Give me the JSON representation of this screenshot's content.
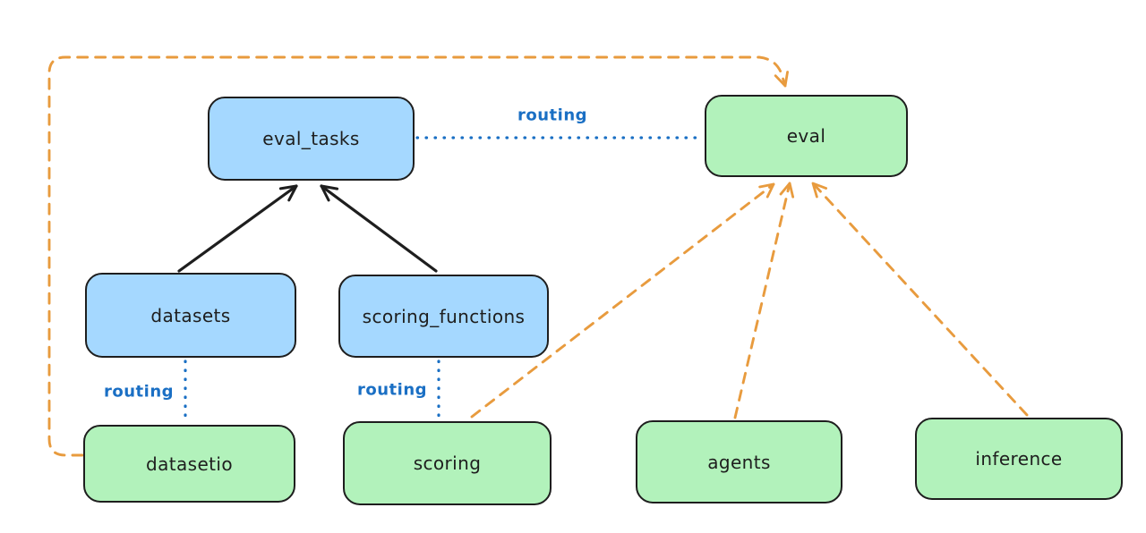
{
  "diagram": {
    "nodes": {
      "eval_tasks": {
        "label": "eval_tasks",
        "color": "blue"
      },
      "eval": {
        "label": "eval",
        "color": "green"
      },
      "datasets": {
        "label": "datasets",
        "color": "blue"
      },
      "scoring_functions": {
        "label": "scoring_functions",
        "color": "blue"
      },
      "datasetio": {
        "label": "datasetio",
        "color": "green"
      },
      "scoring": {
        "label": "scoring",
        "color": "green"
      },
      "agents": {
        "label": "agents",
        "color": "green"
      },
      "inference": {
        "label": "inference",
        "color": "green"
      }
    },
    "edges": {
      "eval_tasks_to_eval": {
        "label": "routing",
        "style": "dotted-blue"
      },
      "datasets_to_datasetio": {
        "label": "routing",
        "style": "dotted-blue"
      },
      "scoring_functions_to_scoring": {
        "label": "routing",
        "style": "dotted-blue"
      },
      "datasets_to_eval_tasks": {
        "style": "solid-black-arrow"
      },
      "scoring_functions_to_eval_tasks": {
        "style": "solid-black-arrow"
      },
      "scoring_to_eval": {
        "style": "dashed-orange-arrow"
      },
      "agents_to_eval": {
        "style": "dashed-orange-arrow"
      },
      "inference_to_eval": {
        "style": "dashed-orange-arrow"
      },
      "datasetio_to_eval": {
        "style": "dashed-orange-arrow"
      }
    },
    "colors": {
      "blue_fill": "#a5d8ff",
      "green_fill": "#b2f2bb",
      "node_border": "#1e1e1e",
      "routing_label": "#1a6fc4",
      "orange_dash": "#e89b3e",
      "black_arrow": "#1e1e1e",
      "background": "#ffffff"
    }
  }
}
